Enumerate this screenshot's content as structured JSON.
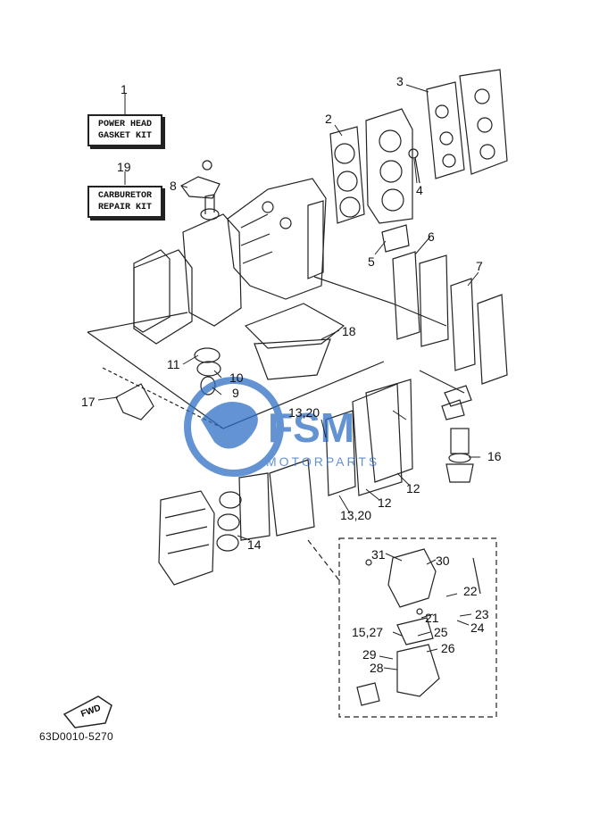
{
  "kits": {
    "power_head": {
      "ref": "1",
      "line1": "POWER HEAD",
      "line2": "GASKET KIT"
    },
    "carburetor": {
      "ref": "19",
      "line1": "CARBURETOR",
      "line2": "REPAIR KIT"
    }
  },
  "callouts": {
    "c2": "2",
    "c3": "3",
    "c4": "4",
    "c5": "5",
    "c6": "6",
    "c7": "7",
    "c8": "8",
    "c9": "9",
    "c10": "10",
    "c11": "11",
    "c12a": "12",
    "c12b": "12",
    "c13a": "13,20",
    "c13b": "13,20",
    "c14": "14",
    "c15": "15,27",
    "c16": "16",
    "c17": "17",
    "c18": "18",
    "c21": "21",
    "c22": "22",
    "c23": "23",
    "c24": "24",
    "c25": "25",
    "c26": "26",
    "c28": "28",
    "c29": "29",
    "c30": "30",
    "c31": "31"
  },
  "fwd_label": "FWD",
  "drawing_code": "63D0010-5270",
  "watermark": {
    "brand": "FSM",
    "sub": "MOTORPARTS"
  },
  "colors": {
    "line": "#222222",
    "watermark": "#2f6fc4"
  }
}
